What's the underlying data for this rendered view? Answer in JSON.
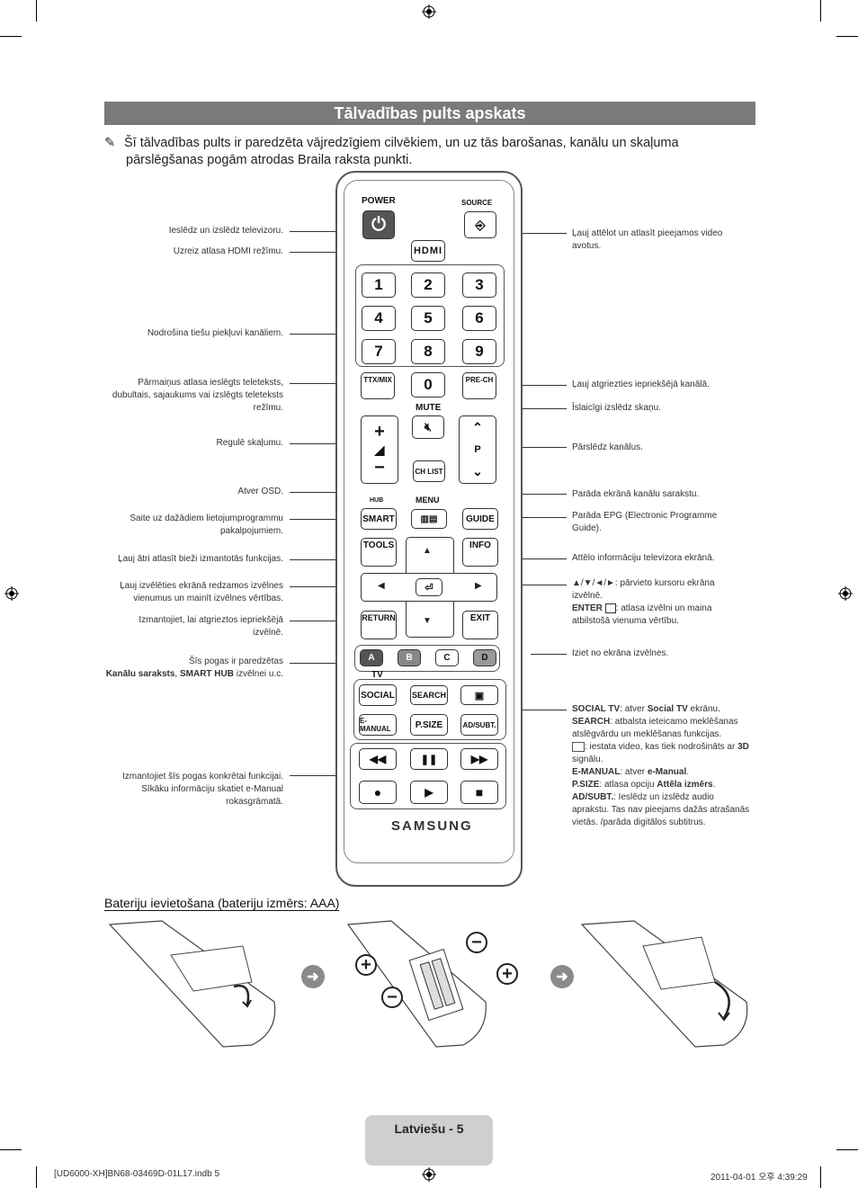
{
  "title": "Tālvadības pults apskats",
  "note": {
    "line1": "Šī tālvadības pults ir paredzēta vājredzīgiem cilvēkiem, un uz tās barošanas, kanālu un skaļuma",
    "line2": "pārslēgšanas pogām atrodas Braila raksta punkti."
  },
  "left_labels": [
    "Ieslēdz un izslēdz televizoru.",
    "Uzreiz atlasa HDMI režīmu.",
    "Nodrošina tiešu piekļuvi kanāliem.",
    "Pārmaiņus atlasa ieslēgts teleteksts, dubultais, sajaukums vai izslēgts teleteksts režīmu.",
    "Regulē skaļumu.",
    "Atver OSD.",
    "Saite uz dažādiem lietojumprogrammu pakalpojumiem.",
    "Ļauj ātri atlasīt bieži izmantotās funkcijas.",
    "Ļauj izvēlēties ekrānā redzamos izvēlnes vienumus un mainīt izvēlnes vērtības.",
    "Izmantojiet, lai atgrieztos iepriekšējā izvēlnē.",
    "Šīs pogas ir paredzētas",
    "Izmantojiet šīs pogas konkrētai funkcijai. Sīkāku informāciju skatiet e-Manual rokasgrāmatā."
  ],
  "colour_note": {
    "bold1": "Kanālu saraksts",
    "sep": ", ",
    "bold2": "SMART HUB",
    "rest": " izvēlnei u.c."
  },
  "right_labels": [
    "Ļauj attēlot un atlasīt pieejamos video avotus.",
    "Ļauj atgriezties iepriekšējā kanālā.",
    "Īslaicīgi izslēdz skaņu.",
    "Pārslēdz kanālus.",
    "Parāda ekrānā kanālu sarakstu.",
    "Parāda EPG (Electronic Programme Guide).",
    "Attēlo informāciju televizora ekrānā.",
    "▲/▼/◄/►: pārvieto kursoru ekrāna izvēlnē.",
    "ENTER",
    ": atlasa izvēlni un maina atbilstošā vienuma vērtību.",
    "Iziet no ekrāna izvēlnes."
  ],
  "special_block": [
    {
      "b": "SOCIAL TV",
      "t": ": atver ",
      "b2": "Social TV",
      "t2": " ekrānu."
    },
    {
      "b": "SEARCH",
      "t": ": atbalsta ieteicamo meklēšanas atslēgvārdu un meklēšanas funkcijas.",
      "b2": "",
      "t2": ""
    },
    {
      "b": "",
      "t": ": iestata video, kas tiek nodrošināts ar ",
      "b2": "3D",
      "t2": " signālu."
    },
    {
      "b": "E-MANUAL",
      "t": ": atver ",
      "b2": "e-Manual",
      "t2": "."
    },
    {
      "b": "P.SIZE",
      "t": ": atlasa opciju ",
      "b2": "Attēla izmērs",
      "t2": "."
    },
    {
      "b": "AD/SUBT.",
      "t": ": Ieslēdz un izslēdz audio aprakstu. Tas nav pieejams dažās atrašanās vietās. /parāda digitālos subtitrus.",
      "b2": "",
      "t2": ""
    }
  ],
  "remote": {
    "power": "POWER",
    "source": "SOURCE",
    "hdmi": "HDMI",
    "numbers": [
      "1",
      "2",
      "3",
      "4",
      "5",
      "6",
      "7",
      "8",
      "9"
    ],
    "ttx": "TTX/MIX",
    "zero": "0",
    "prech": "PRE-CH",
    "mute": "MUTE",
    "p": "P",
    "chlist": "CH LIST",
    "hub": "HUB",
    "menu": "MENU",
    "smart": "SMART",
    "guide": "GUIDE",
    "tools": "TOOLS",
    "info": "INFO",
    "return": "RETURN",
    "exit": "EXIT",
    "colors": [
      "A",
      "B",
      "C",
      "D"
    ],
    "tv": "TV",
    "social": "SOCIAL",
    "search": "SEARCH",
    "emanual": "E-MANUAL",
    "psize": "P.SIZE",
    "adsubt": "AD/SUBT.",
    "brand": "SAMSUNG"
  },
  "battery_title": "Bateriju ievietošana (bateriju izmērs: AAA)",
  "footer_tab": "Latviešu - 5",
  "footer_left": "[UD6000-XH]BN68-03469D-01L17.indb   5",
  "footer_right": "2011-04-01   오후 4:39:29"
}
